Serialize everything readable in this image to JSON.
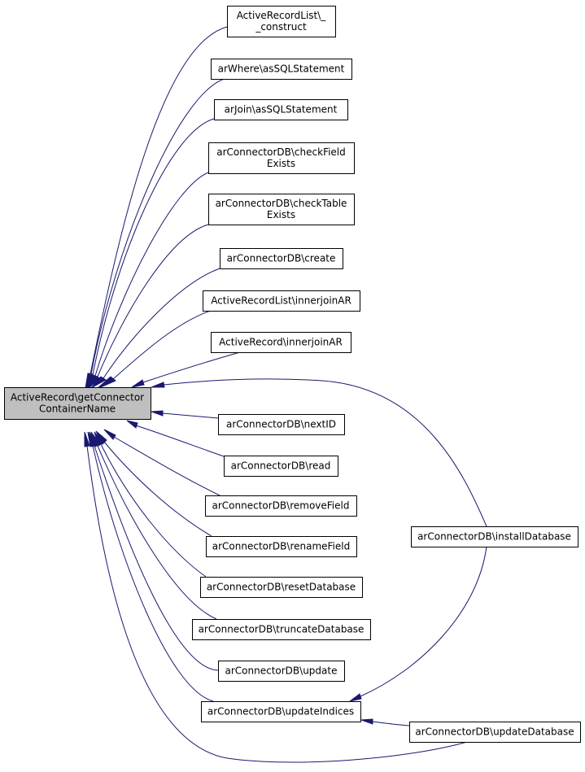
{
  "nodes": {
    "focus": [
      "ActiveRecord\\getConnector",
      "ContainerName"
    ],
    "n_construct": [
      "ActiveRecordList\\_",
      "_construct"
    ],
    "n_where": [
      "arWhere\\asSQLStatement"
    ],
    "n_join": [
      "arJoin\\asSQLStatement"
    ],
    "n_checkfield": [
      "arConnectorDB\\checkField",
      "Exists"
    ],
    "n_checktable": [
      "arConnectorDB\\checkTable",
      "Exists"
    ],
    "n_create": [
      "arConnectorDB\\create"
    ],
    "n_listinner": [
      "ActiveRecordList\\innerjoinAR"
    ],
    "n_recinner": [
      "ActiveRecord\\innerjoinAR"
    ],
    "n_nextid": [
      "arConnectorDB\\nextID"
    ],
    "n_read": [
      "arConnectorDB\\read"
    ],
    "n_removefield": [
      "arConnectorDB\\removeField"
    ],
    "n_renamefield": [
      "arConnectorDB\\renameField"
    ],
    "n_resetdb": [
      "arConnectorDB\\resetDatabase"
    ],
    "n_truncatedb": [
      "arConnectorDB\\truncateDatabase"
    ],
    "n_update": [
      "arConnectorDB\\update"
    ],
    "n_updateindices": [
      "arConnectorDB\\updateIndices"
    ],
    "n_installdb": [
      "arConnectorDB\\installDatabase"
    ],
    "n_updatedb": [
      "arConnectorDB\\updateDatabase"
    ]
  },
  "edges": [
    {
      "from": "n_construct",
      "to": "focus"
    },
    {
      "from": "n_where",
      "to": "focus"
    },
    {
      "from": "n_join",
      "to": "focus"
    },
    {
      "from": "n_checkfield",
      "to": "focus"
    },
    {
      "from": "n_checktable",
      "to": "focus"
    },
    {
      "from": "n_create",
      "to": "focus"
    },
    {
      "from": "n_listinner",
      "to": "focus"
    },
    {
      "from": "n_recinner",
      "to": "focus"
    },
    {
      "from": "n_installdb",
      "to": "focus"
    },
    {
      "from": "n_nextid",
      "to": "focus"
    },
    {
      "from": "n_read",
      "to": "focus"
    },
    {
      "from": "n_removefield",
      "to": "focus"
    },
    {
      "from": "n_renamefield",
      "to": "focus"
    },
    {
      "from": "n_resetdb",
      "to": "focus"
    },
    {
      "from": "n_truncatedb",
      "to": "focus"
    },
    {
      "from": "n_update",
      "to": "focus"
    },
    {
      "from": "n_updateindices",
      "to": "focus"
    },
    {
      "from": "n_updatedb",
      "to": "focus"
    },
    {
      "from": "n_installdb",
      "to": "n_updateindices"
    },
    {
      "from": "n_updatedb",
      "to": "n_updateindices"
    }
  ],
  "colors": {
    "edge": "#191970",
    "focus_fill": "#bfbfbf",
    "node_fill": "#ffffff",
    "node_border": "#000000"
  }
}
